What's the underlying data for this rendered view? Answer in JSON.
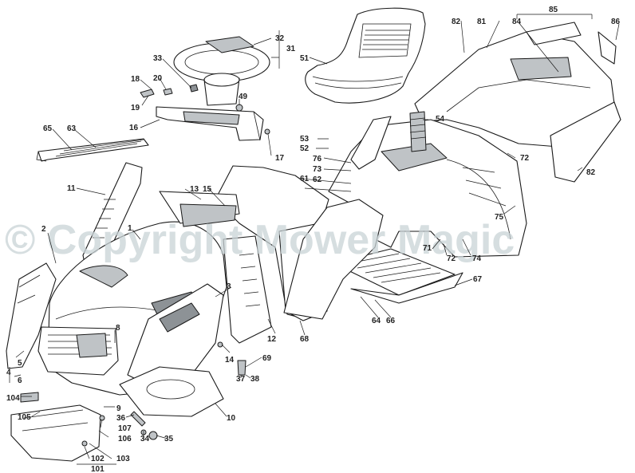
{
  "watermark": "© Copyright Mower Magic",
  "labels": [
    {
      "id": "l32",
      "text": "32"
    },
    {
      "id": "l31",
      "text": "31"
    },
    {
      "id": "l33",
      "text": "33"
    },
    {
      "id": "l18",
      "text": "18"
    },
    {
      "id": "l20",
      "text": "20"
    },
    {
      "id": "l19",
      "text": "19"
    },
    {
      "id": "l49",
      "text": "49"
    },
    {
      "id": "l16",
      "text": "16"
    },
    {
      "id": "l65",
      "text": "65"
    },
    {
      "id": "l63",
      "text": "63"
    },
    {
      "id": "l17",
      "text": "17"
    },
    {
      "id": "l51",
      "text": "51"
    },
    {
      "id": "l82a",
      "text": "82"
    },
    {
      "id": "l81",
      "text": "81"
    },
    {
      "id": "l84",
      "text": "84"
    },
    {
      "id": "l85",
      "text": "85"
    },
    {
      "id": "l86",
      "text": "86"
    },
    {
      "id": "l54",
      "text": "54"
    },
    {
      "id": "l53",
      "text": "53"
    },
    {
      "id": "l52",
      "text": "52"
    },
    {
      "id": "l76",
      "text": "76"
    },
    {
      "id": "l73",
      "text": "73"
    },
    {
      "id": "l61",
      "text": "61"
    },
    {
      "id": "l62",
      "text": "62"
    },
    {
      "id": "l72a",
      "text": "72"
    },
    {
      "id": "l82b",
      "text": "82"
    },
    {
      "id": "l75",
      "text": "75"
    },
    {
      "id": "l11",
      "text": "11"
    },
    {
      "id": "l13",
      "text": "13"
    },
    {
      "id": "l15",
      "text": "15"
    },
    {
      "id": "l2",
      "text": "2"
    },
    {
      "id": "l1",
      "text": "1"
    },
    {
      "id": "l71",
      "text": "71"
    },
    {
      "id": "l72b",
      "text": "72"
    },
    {
      "id": "l74",
      "text": "74"
    },
    {
      "id": "l67",
      "text": "67"
    },
    {
      "id": "l3",
      "text": "3"
    },
    {
      "id": "l12",
      "text": "12"
    },
    {
      "id": "l68",
      "text": "68"
    },
    {
      "id": "l64",
      "text": "64"
    },
    {
      "id": "l66",
      "text": "66"
    },
    {
      "id": "l8",
      "text": "8"
    },
    {
      "id": "l5",
      "text": "5"
    },
    {
      "id": "l4",
      "text": "4"
    },
    {
      "id": "l6",
      "text": "6"
    },
    {
      "id": "l14",
      "text": "14"
    },
    {
      "id": "l69",
      "text": "69"
    },
    {
      "id": "l37",
      "text": "37"
    },
    {
      "id": "l38",
      "text": "38"
    },
    {
      "id": "l104",
      "text": "104"
    },
    {
      "id": "l9",
      "text": "9"
    },
    {
      "id": "l105",
      "text": "105"
    },
    {
      "id": "l36",
      "text": "36"
    },
    {
      "id": "l107",
      "text": "107"
    },
    {
      "id": "l10",
      "text": "10"
    },
    {
      "id": "l34",
      "text": "34"
    },
    {
      "id": "l106",
      "text": "106"
    },
    {
      "id": "l35",
      "text": "35"
    },
    {
      "id": "l102",
      "text": "102"
    },
    {
      "id": "l103",
      "text": "103"
    },
    {
      "id": "l101",
      "text": "101"
    }
  ]
}
